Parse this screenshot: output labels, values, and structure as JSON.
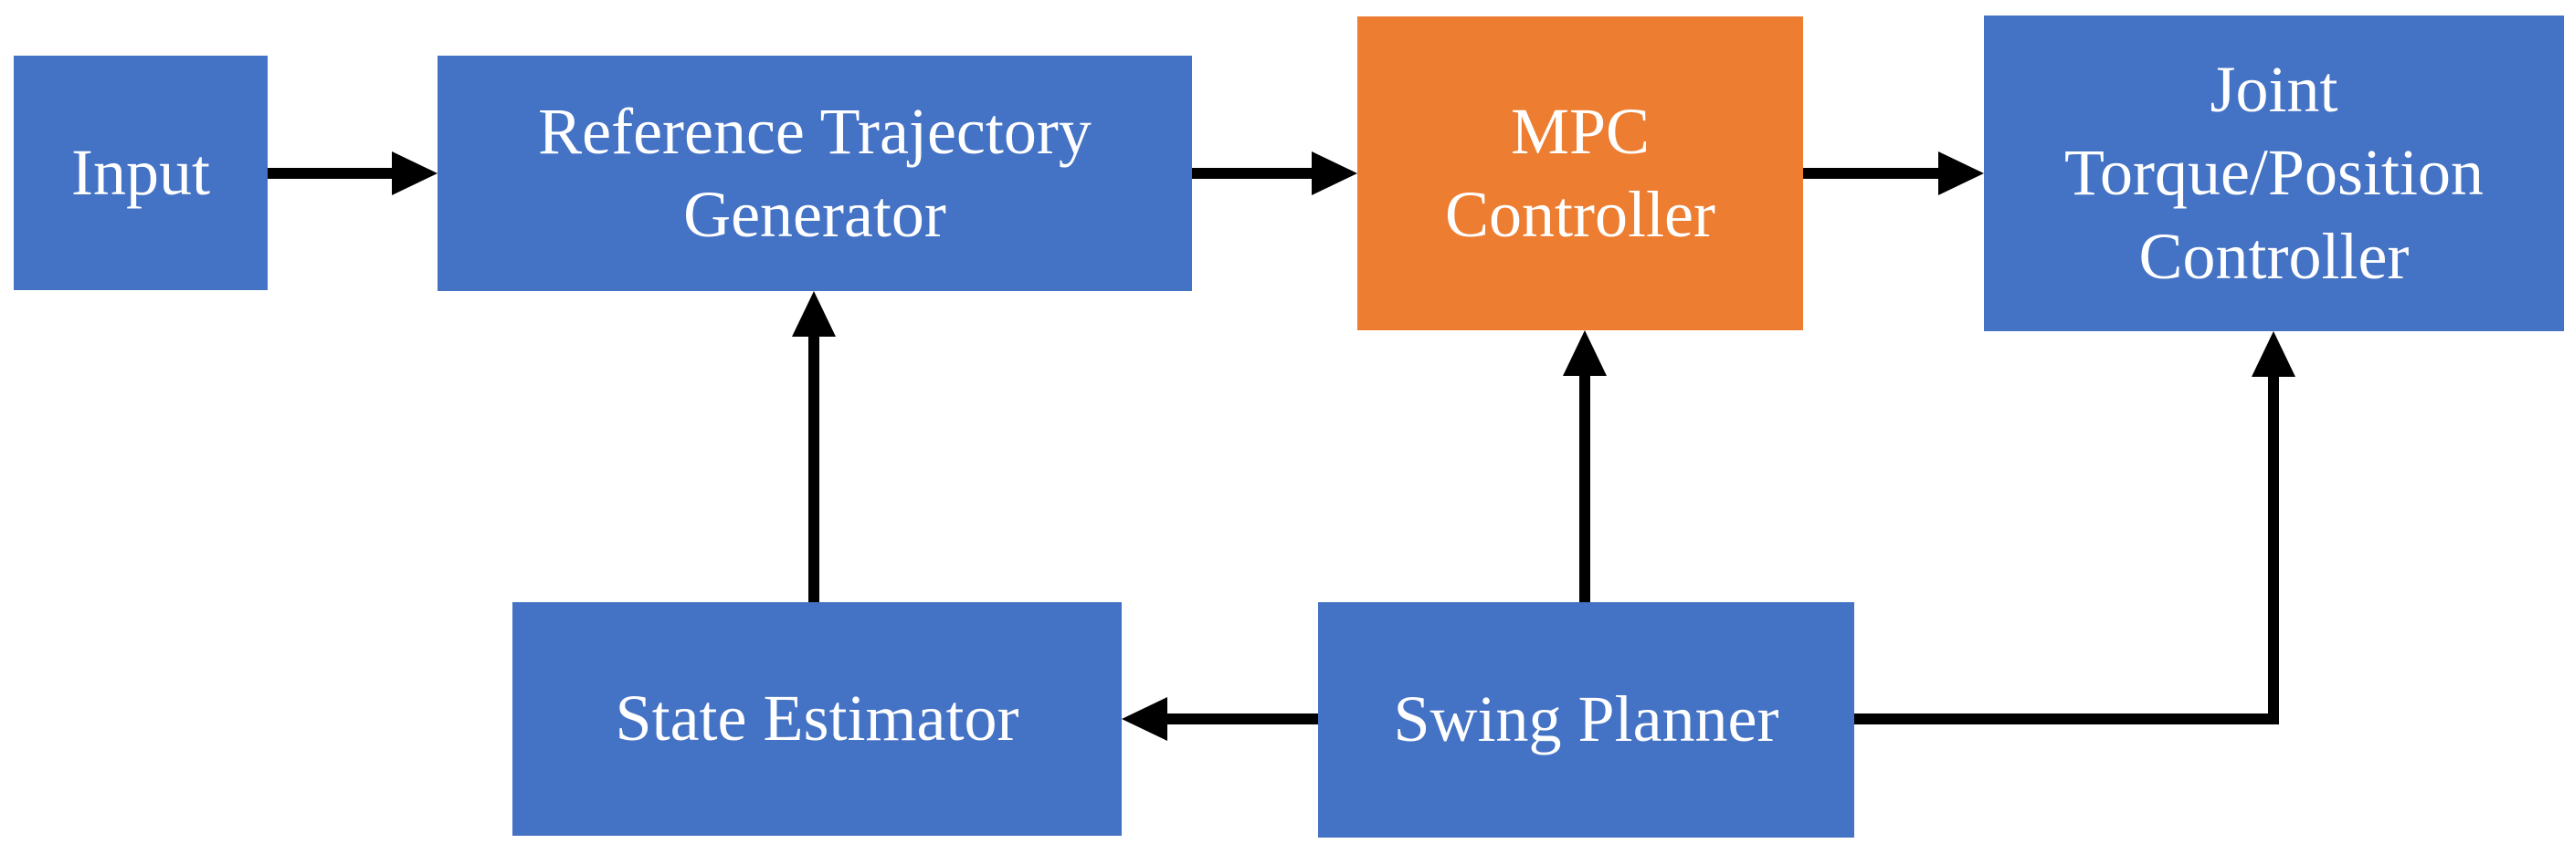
{
  "colors": {
    "node_blue": "#4472C4",
    "node_orange": "#ED7D31",
    "arrow_black": "#000000",
    "text_white": "#FFFFFF",
    "background": "#FFFFFF"
  },
  "nodes": {
    "input": {
      "label": "Input",
      "color": "blue"
    },
    "reference_trajectory_generator": {
      "label": "Reference Trajectory\nGenerator",
      "color": "blue"
    },
    "mpc_controller": {
      "label": "MPC\nController",
      "color": "orange"
    },
    "joint_torque_position_controller": {
      "label": "Joint\nTorque/Position\nController",
      "color": "blue"
    },
    "state_estimator": {
      "label": "State Estimator",
      "color": "blue"
    },
    "swing_planner": {
      "label": "Swing Planner",
      "color": "blue"
    }
  },
  "edges": [
    {
      "from": "input",
      "to": "reference_trajectory_generator",
      "direction": "right"
    },
    {
      "from": "reference_trajectory_generator",
      "to": "mpc_controller",
      "direction": "right"
    },
    {
      "from": "mpc_controller",
      "to": "joint_torque_position_controller",
      "direction": "right"
    },
    {
      "from": "state_estimator",
      "to": "reference_trajectory_generator",
      "direction": "up"
    },
    {
      "from": "swing_planner",
      "to": "mpc_controller",
      "direction": "up"
    },
    {
      "from": "swing_planner",
      "to": "state_estimator",
      "direction": "left"
    },
    {
      "from": "swing_planner",
      "to": "joint_torque_position_controller",
      "direction": "right-then-up"
    }
  ]
}
